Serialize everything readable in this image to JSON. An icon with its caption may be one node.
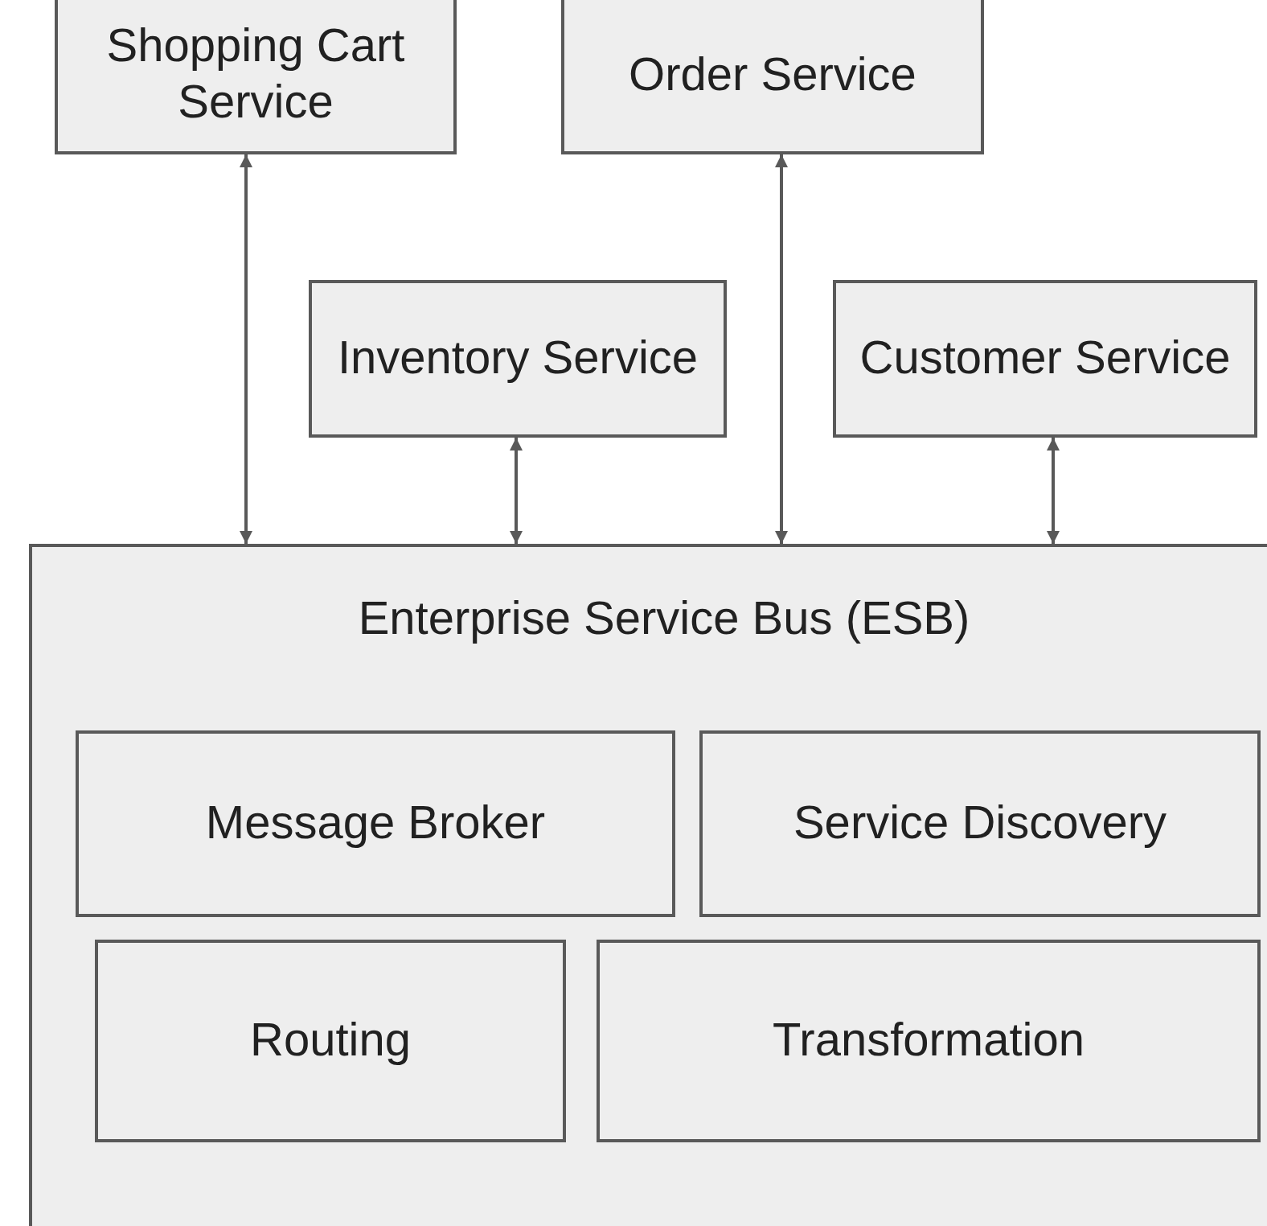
{
  "diagram": {
    "nodes": [
      {
        "text": [
          "Shopping Cart Service"
        ]
      },
      {
        "text": [
          "Order Service"
        ]
      },
      {
        "text": [
          "Inventory Service"
        ]
      },
      {
        "text": [
          "Customer Service"
        ]
      },
      {
        "text": [
          "Enterprise Service Bus (ESB)"
        ]
      },
      {
        "text": [
          "Message Broker"
        ],
        "in": 4
      },
      {
        "text": [
          "Service Discovery"
        ],
        "in": 4
      },
      {
        "text": [
          "Routing"
        ],
        "in": 4
      },
      {
        "text": [
          "Transformation"
        ],
        "in": 4
      }
    ],
    "edges": [
      {
        "from": 0,
        "to": 4,
        "arrow": "both"
      },
      {
        "from": 2,
        "to": 4,
        "arrow": "both"
      },
      {
        "from": 1,
        "to": 4,
        "arrow": "both"
      },
      {
        "from": 3,
        "to": 4,
        "arrow": "both"
      }
    ]
  }
}
